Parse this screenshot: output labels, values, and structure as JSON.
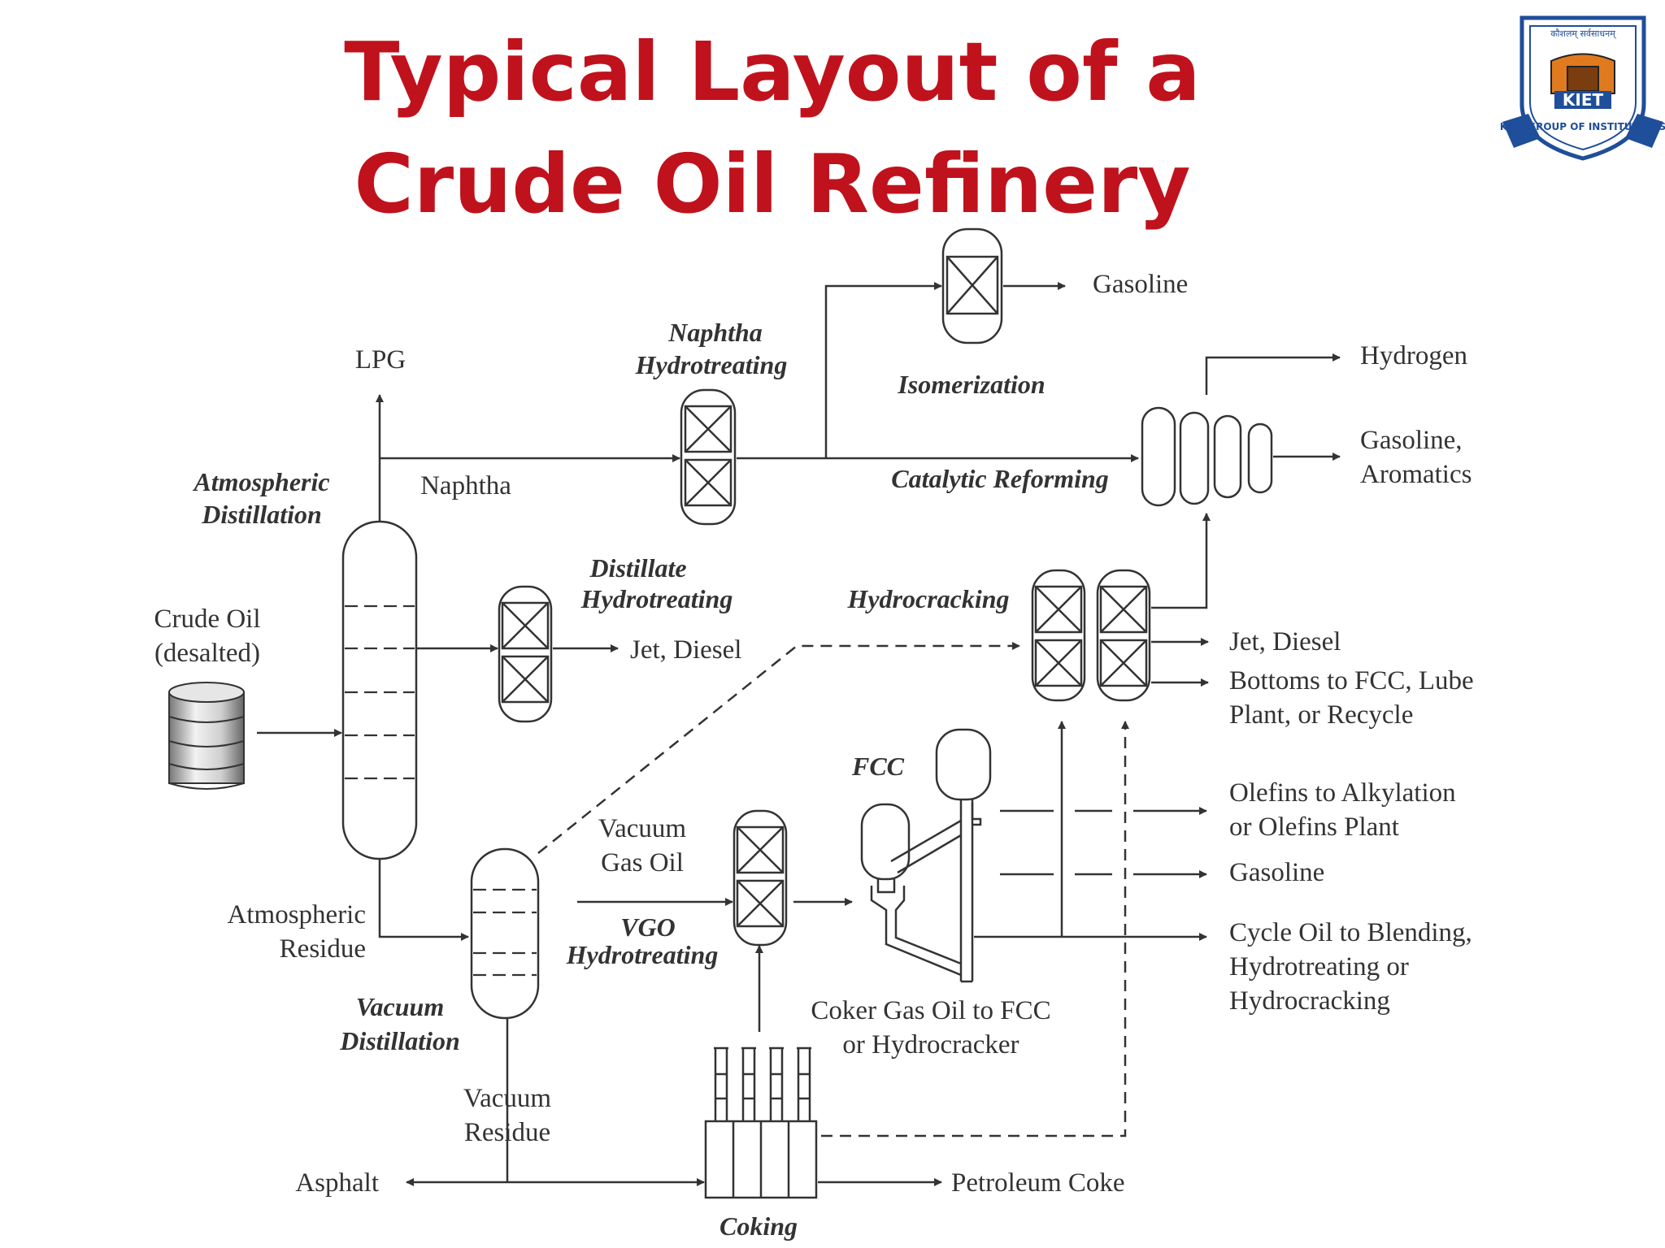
{
  "title": {
    "line1": "Typical Layout of a",
    "line2": "Crude Oil Refinery"
  },
  "logo": {
    "top_text": "कौशलम् सर्वसाधनम्",
    "ring_text": "KIET GROUP OF INSTITUTIONS",
    "badge": "KIET",
    "colors": {
      "blue": "#1f4e9a",
      "orange": "#e07a1f",
      "dark": "#222222"
    }
  },
  "units": {
    "atmospheric_distillation": [
      "Atmospheric",
      "Distillation"
    ],
    "naphtha_hydrotreating": [
      "Naphtha",
      "Hydrotreating"
    ],
    "isomerization": [
      "Isomerization"
    ],
    "catalytic_reforming": [
      "Catalytic Reforming"
    ],
    "distillate_hydrotreating": [
      "Distillate",
      "Hydrotreating"
    ],
    "hydrocracking": [
      "Hydrocracking"
    ],
    "fcc": [
      "FCC"
    ],
    "vgo_hydrotreating": [
      "VGO",
      "Hydrotreating"
    ],
    "vacuum_distillation": [
      "Vacuum",
      "Distillation"
    ],
    "coking": [
      "Coking"
    ]
  },
  "streams": {
    "lpg": [
      "LPG"
    ],
    "naphtha": [
      "Naphtha"
    ],
    "crude_oil": [
      "Crude Oil",
      "(desalted)"
    ],
    "gasoline_iso": [
      "Gasoline"
    ],
    "hydrogen": [
      "Hydrogen"
    ],
    "gasoline_aromatics": [
      "Gasoline,",
      "Aromatics"
    ],
    "jet_diesel_dh": [
      "Jet, Diesel"
    ],
    "jet_diesel_hc": [
      "Jet, Diesel"
    ],
    "bottoms": [
      "Bottoms to FCC, Lube",
      "Plant, or Recycle"
    ],
    "olefins": [
      "Olefins to Alkylation",
      "or Olefins Plant"
    ],
    "gasoline_fcc": [
      "Gasoline"
    ],
    "cycle_oil": [
      "Cycle Oil to Blending,",
      "Hydrotreating or",
      "Hydrocracking"
    ],
    "vacuum_gas_oil": [
      "Vacuum",
      "Gas Oil"
    ],
    "atmospheric_residue": [
      "Atmospheric",
      "Residue"
    ],
    "coker_gas_oil": [
      "Coker Gas Oil to FCC",
      "or Hydrocracker"
    ],
    "vacuum_residue": [
      "Vacuum",
      "Residue"
    ],
    "asphalt": [
      "Asphalt"
    ],
    "petroleum_coke": [
      "Petroleum Coke"
    ]
  }
}
